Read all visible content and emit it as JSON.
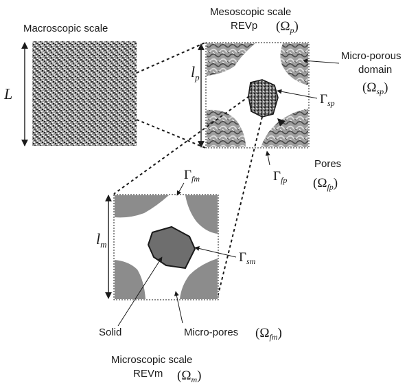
{
  "macro": {
    "title": "Macroscopic scale",
    "length_label": "L"
  },
  "meso": {
    "title_line1": "Mesoscopic scale",
    "title_line2": "REVp",
    "omega_symbol": "(Ω",
    "omega_sub": "p",
    "omega_close": ")",
    "length_label": "l",
    "length_sub": "p",
    "microporous_line1": "Micro-porous",
    "microporous_line2": "domain",
    "omega_sp_sub": "sp",
    "gamma_sp_sub": "sp",
    "pores_label": "Pores",
    "omega_fp_sub": "fp",
    "gamma_fp_sub": "fp"
  },
  "micro": {
    "title_line1": "Microscopic scale",
    "title_line2": "REVm",
    "omega_sub": "m",
    "length_label": "l",
    "length_sub": "m",
    "gamma_fm_sub": "fm",
    "gamma_sm_sub": "sm",
    "solid_label": "Solid",
    "micropores_label": "Micro-pores",
    "omega_fm_sub": "fm"
  },
  "symbols": {
    "gamma": "Γ",
    "omega_open": "(Ω",
    "close_paren": ")"
  },
  "colors": {
    "ink": "#1a1a1a",
    "micro_solid": "#8c8c8c",
    "solid_grain": "#6e6e6e",
    "background": "#ffffff"
  }
}
